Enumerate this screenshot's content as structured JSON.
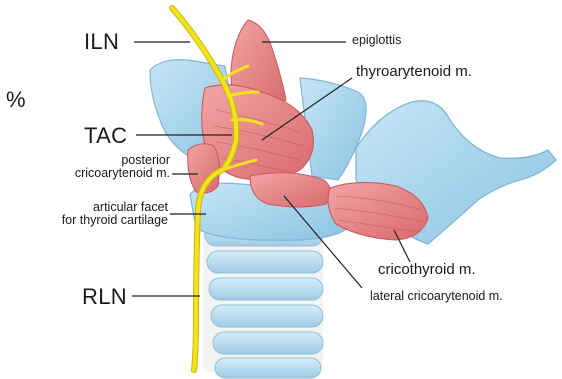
{
  "labels": {
    "iln": "ILN",
    "tac": "TAC",
    "rln": "RLN",
    "percent": "%",
    "epiglottis": "epiglottis",
    "thyroarytenoid": "thyroarytenoid m.",
    "posterior_line1": "posterior",
    "posterior_line2": "cricoarytenoid m.",
    "facet_line1": "articular facet",
    "facet_line2": "for thyroid cartilage",
    "cricothyroid": "cricothyroid m.",
    "lateral": "lateral cricoarytenoid m."
  },
  "colors": {
    "cartilage": "#a9d3ea",
    "cartilage_dark": "#7fb6d8",
    "muscle": "#e98b8c",
    "muscle_dark": "#c9595e",
    "nerve": "#f3e21f",
    "nerve_edge": "#c9b800",
    "leader": "#222222"
  }
}
